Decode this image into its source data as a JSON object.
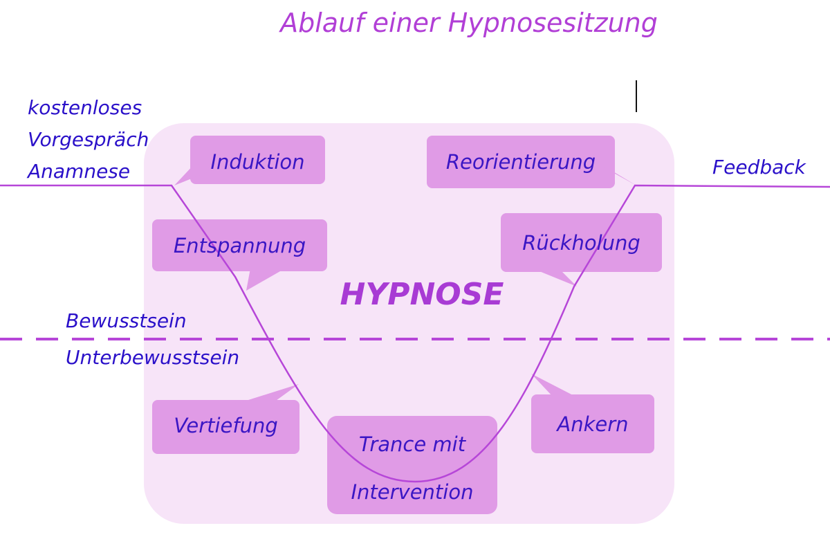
{
  "title": "Ablauf einer Hypnosesitzung",
  "pre_session": {
    "line1": "kostenloses",
    "line2": "Vorgespräch",
    "line3": "Anamnese"
  },
  "feedback": "Feedback",
  "levels": {
    "conscious": "Bewusstsein",
    "subconscious": "Unterbewusstsein"
  },
  "center_label": "HYPNOSE",
  "phases": {
    "induktion": "Induktion",
    "entspannung": "Entspannung",
    "vertiefung": "Vertiefung",
    "trance_line1": "Trance mit",
    "trance_line2": "Intervention",
    "ankern": "Ankern",
    "rueckholung": "Rückholung",
    "reorientierung": "Reorientierung"
  },
  "colors": {
    "title": "#b13fd6",
    "text": "#2a10c9",
    "panel": "#f7e4f8",
    "box": "#e09be6",
    "line": "#b646d8"
  }
}
